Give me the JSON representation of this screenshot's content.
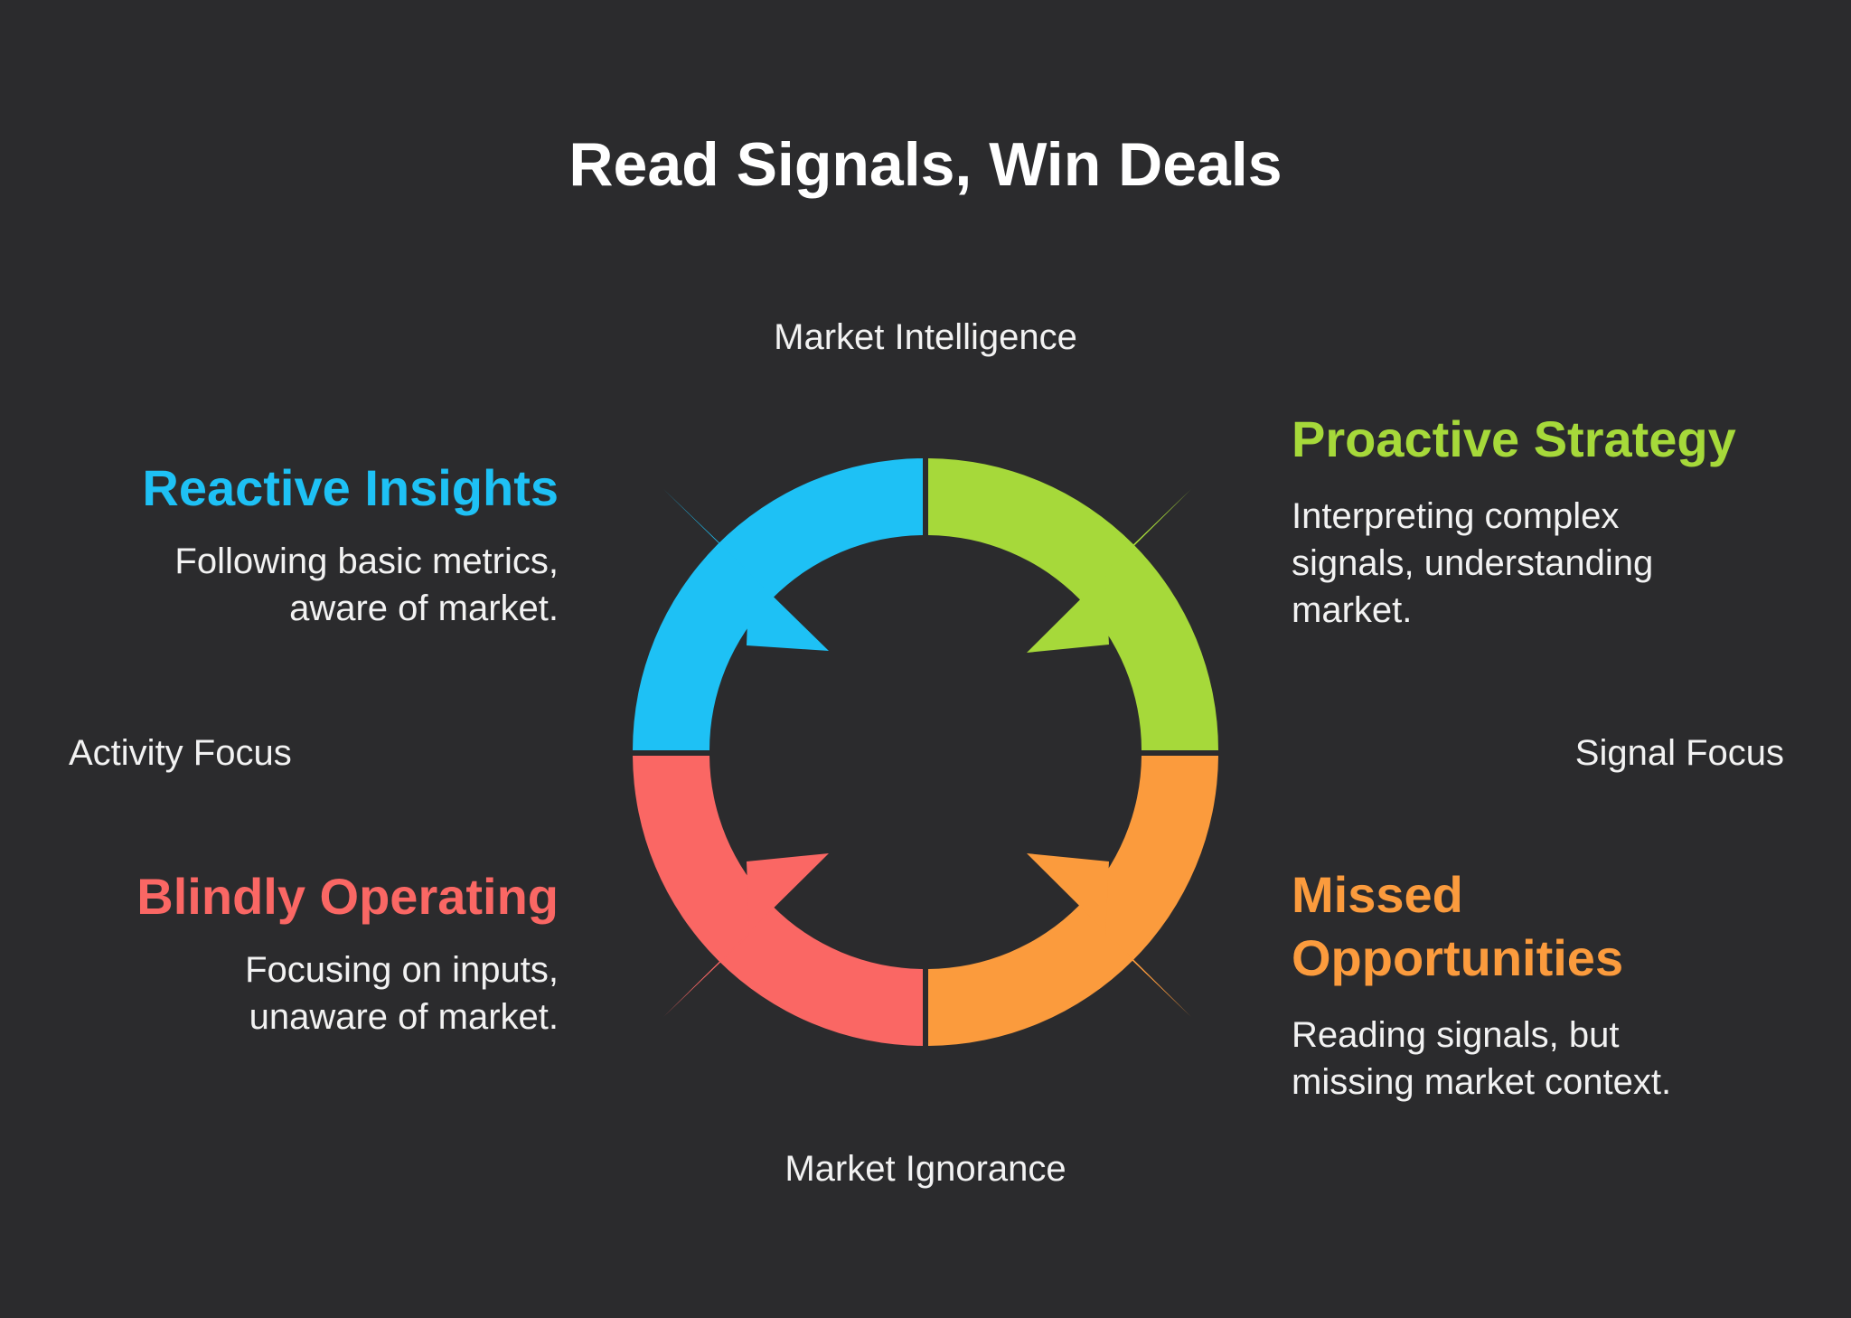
{
  "title": "Read Signals, Win Deals",
  "axes": {
    "top": "Market Intelligence",
    "bottom": "Market Ignorance",
    "left": "Activity Focus",
    "right": "Signal Focus"
  },
  "quadrants": {
    "top_left": {
      "heading": "Reactive Insights",
      "lines": [
        "Following basic metrics,",
        "aware of market."
      ],
      "color": "#1ec1f5"
    },
    "top_right": {
      "heading": "Proactive Strategy",
      "lines": [
        "Interpreting complex",
        "signals, understanding",
        "market."
      ],
      "color": "#a6d93a"
    },
    "bottom_left": {
      "heading": "Blindly Operating",
      "lines": [
        "Focusing on inputs,",
        "unaware of market."
      ],
      "color": "#fa6764"
    },
    "bottom_right": {
      "heading_lines": [
        "Missed",
        "Opportunities"
      ],
      "lines": [
        "Reading signals, but",
        "missing market context."
      ],
      "color": "#fb9b3d"
    }
  },
  "colors": {
    "background": "#2b2b2d",
    "text": "#ffffff"
  }
}
